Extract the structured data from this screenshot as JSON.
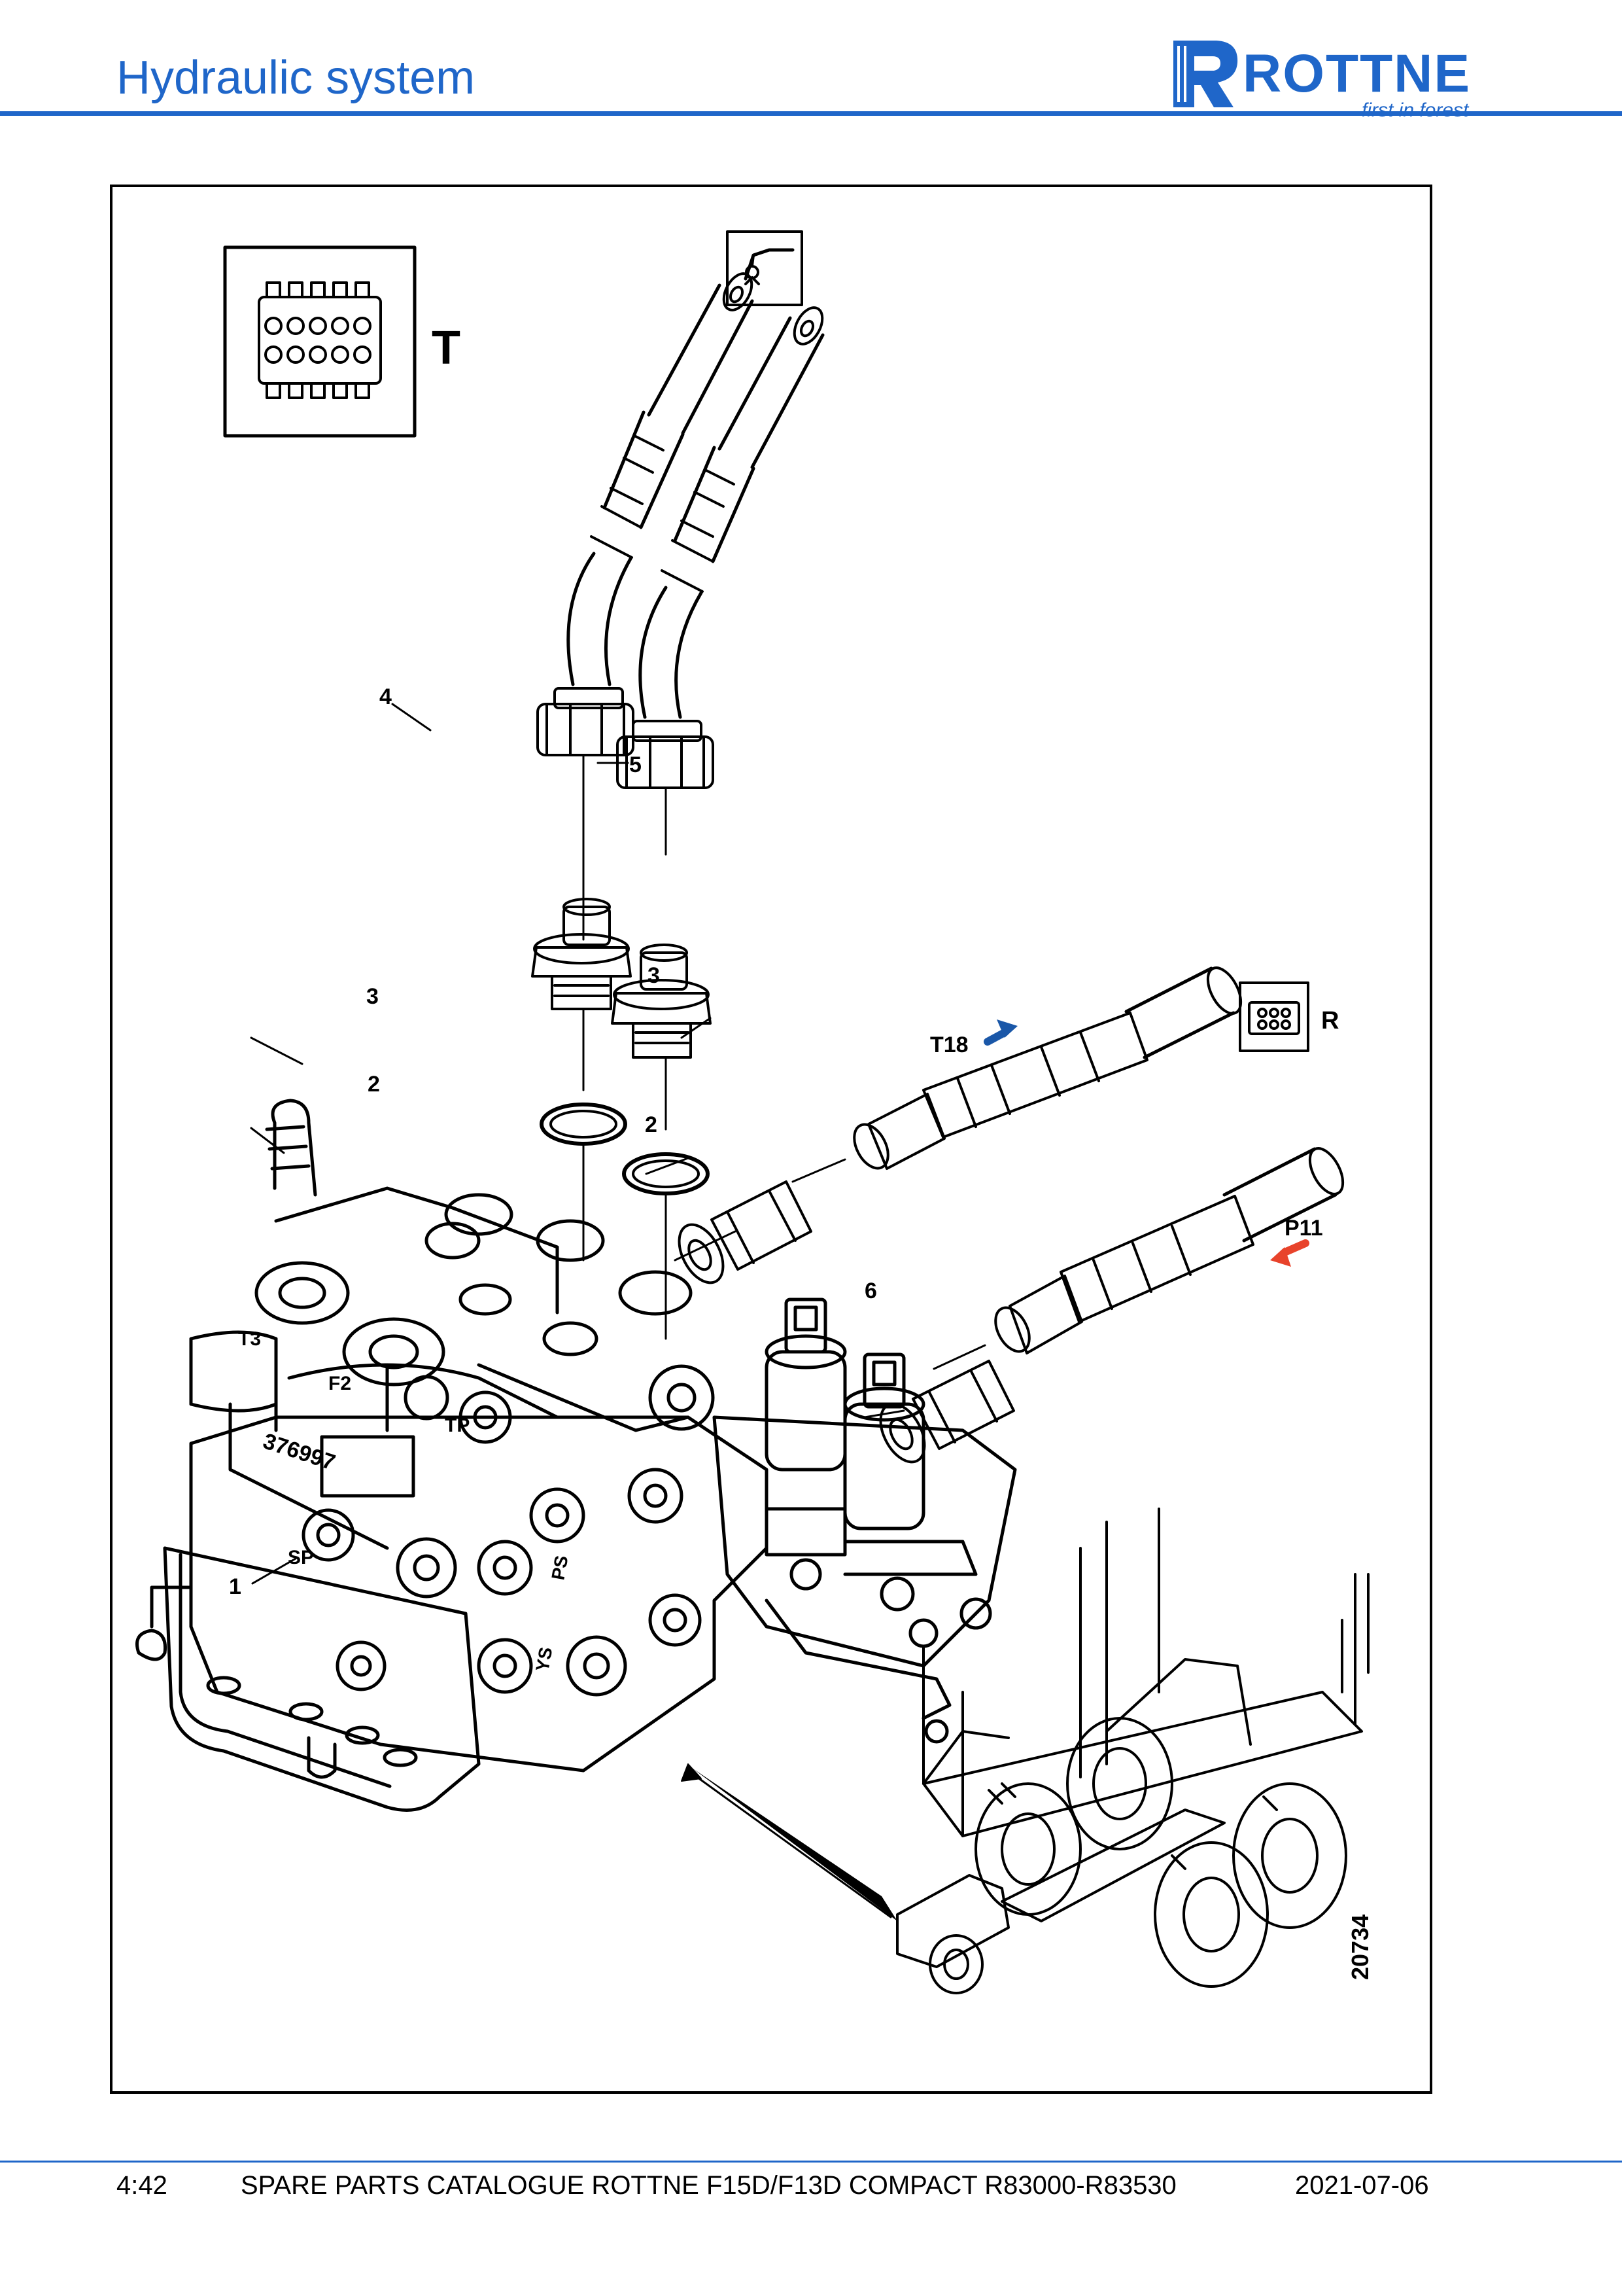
{
  "header": {
    "title": "Hydraulic system"
  },
  "logo": {
    "brand": "ROTTNE",
    "tagline": "first in forest",
    "color": "#1f66c9"
  },
  "diagram": {
    "panel_labels": {
      "valve_connector_panel": "T",
      "cable_connector_panel": "R"
    },
    "callouts": [
      "1",
      "2",
      "2",
      "3",
      "3",
      "4",
      "5",
      "6"
    ],
    "port_labels": {
      "return": "T18",
      "pressure": "P11"
    },
    "valve_markings": [
      "T3",
      "F2",
      "TP",
      "SP",
      "376997",
      "PS",
      "YS"
    ],
    "figure_number": "20734",
    "arrow_colors": {
      "T18": "#1a57a8",
      "P11": "#e8432b"
    }
  },
  "footer": {
    "page": "4:42",
    "catalogue": "SPARE PARTS CATALOGUE ROTTNE F15D/F13D COMPACT R83000-R83530",
    "date": "2021-07-06"
  },
  "colors": {
    "accent": "#1f66c9"
  }
}
